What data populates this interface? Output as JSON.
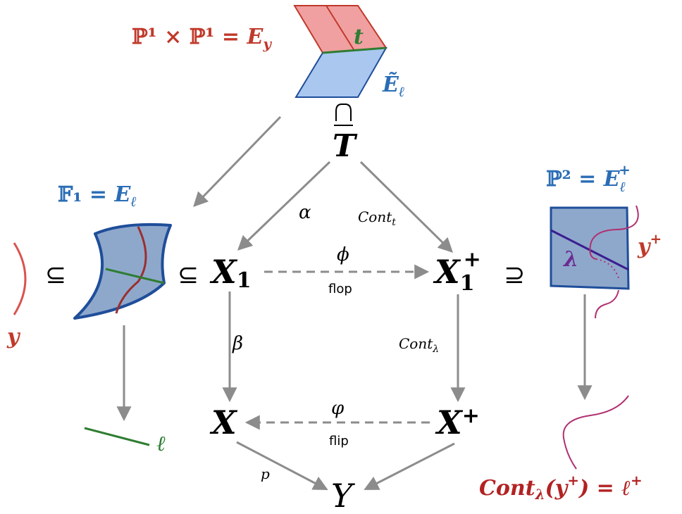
{
  "colors": {
    "arrow": "#8c8c8c",
    "red": "#c0392b",
    "blue": "#2a6db5",
    "green": "#2e7d32",
    "purple": "#6b2c91",
    "magenta": "#b03070",
    "surface_red": "#f0a0a0",
    "surface_blue": "#a9c7ef",
    "surface_slate": "#8ea8cc"
  },
  "labels": {
    "ey_formula": "ℙ¹ × ℙ¹ = E_y",
    "ey_lhs": "ℙ¹ × ℙ¹ = ",
    "ey_rhs": "E",
    "ey_sub": "y",
    "t_curve": "t",
    "el_tilde": "Ẽ",
    "el_tilde_sub": "ℓ",
    "subset_cap": "∩",
    "T": "T",
    "f1_lhs": "𝔽₁ = ",
    "f1_rhs": "E",
    "f1_sub": "ℓ",
    "p2_lhs": "ℙ² = ",
    "p2_rhs": "E",
    "p2_sub": "ℓ",
    "p2_sup": "+",
    "alpha": "α",
    "cont_t": "Cont",
    "cont_t_sub": "t",
    "phi": "ϕ",
    "flop": "flop",
    "X1": "X",
    "X1_sub": "1",
    "X1p": "X",
    "X1p_sub": "1",
    "X1p_sup": "+",
    "subseteq_left1": "⊆",
    "subseteq_left2": "⊆",
    "supseteq_right": "⊇",
    "y_left": "y",
    "lambda": "λ",
    "y_plus": "y",
    "y_plus_sup": "+",
    "beta": "β",
    "cont_lambda": "Cont",
    "cont_lambda_sub": "λ",
    "varphi": "φ",
    "flip": "flip",
    "X": "X",
    "Xp": "X",
    "Xp_sup": "+",
    "ell": "ℓ",
    "p": "p",
    "Y": "Y",
    "cont_eq": "Cont",
    "cont_eq_sub": "λ",
    "cont_eq_mid": "(y",
    "cont_eq_sup": "+",
    "cont_eq_rhs": ") = ℓ",
    "cont_eq_sup2": "+"
  }
}
